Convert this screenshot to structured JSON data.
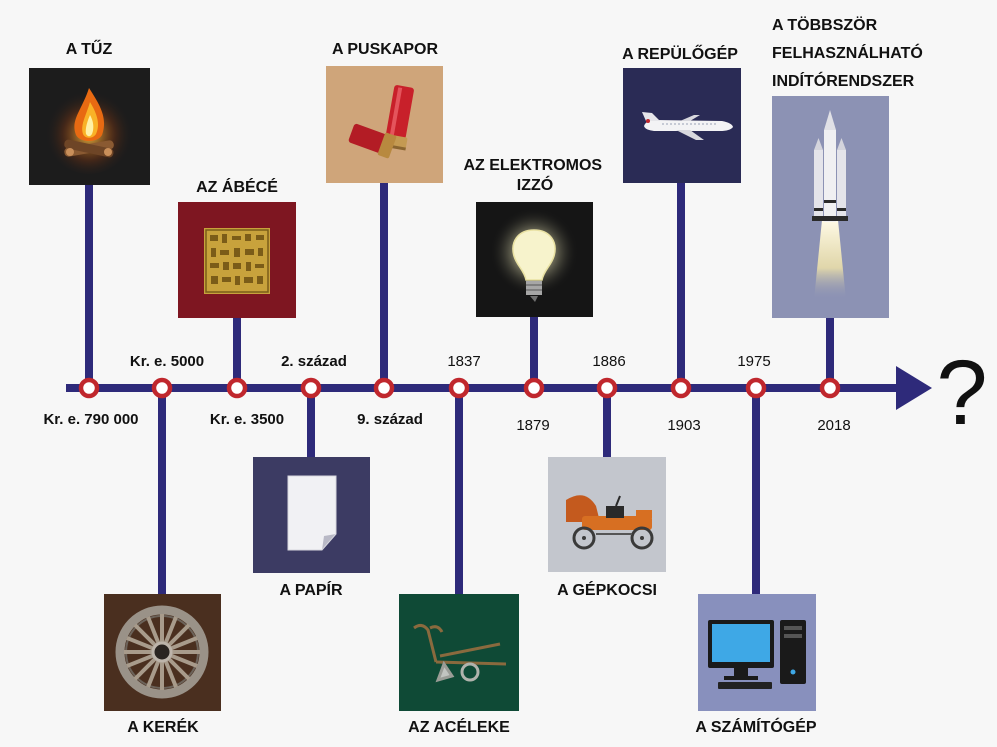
{
  "future_mark": "?",
  "dates": {
    "d0": "Kr. e. 790 000",
    "d1": "Kr. e. 5000",
    "d2": "Kr. e. 3500",
    "d3": "2. század",
    "d4": "9. század",
    "d5": "1837",
    "d6": "1879",
    "d7": "1886",
    "d8": "1903",
    "d9": "1975",
    "d10": "2018"
  },
  "inventions": {
    "fire": [
      "A TŰZ"
    ],
    "wheel": [
      "A KERÉK"
    ],
    "alphabet": [
      "AZ ÁBÉCÉ"
    ],
    "paper": [
      "A PAPÍR"
    ],
    "gunpowder": [
      "A PUSKAPOR"
    ],
    "plough": [
      "AZ ACÉLEKE"
    ],
    "bulb": [
      "AZ ELEKTROMOS",
      "IZZÓ"
    ],
    "car": [
      "A GÉPKOCSI"
    ],
    "plane": [
      "A REPÜLŐGÉP"
    ],
    "computer": [
      "A SZÁMÍTÓGÉP"
    ],
    "rocket": [
      "A TÖBBSZÖR",
      "FELHASZNÁLHATÓ",
      "INDÍTÓRENDSZER"
    ]
  },
  "colors": {
    "line": "#2e2a7a",
    "node_ring": "#c0272d",
    "node_fill": "#ffffff",
    "fire_bg": "#1c1c1c",
    "wheel_bg": "#4a2f1f",
    "alphabet_bg": "#7e1621",
    "paper_bg": "#3c3b63",
    "gunpowder_bg": "#cfa57a",
    "plough_bg": "#0f4a36",
    "bulb_bg": "#151515",
    "car_bg": "#c3c6cd",
    "plane_bg": "#2a2b55",
    "computer_bg": "#8890bd",
    "rocket_bg": "#8c92b4"
  },
  "icons": {
    "fire": "campfire-icon",
    "wheel": "wooden-wheel-icon",
    "alphabet": "hieroglyph-tablet-icon",
    "paper": "paper-sheet-icon",
    "gunpowder": "shotgun-shell-icon",
    "plough": "plough-icon",
    "bulb": "light-bulb-icon",
    "car": "vintage-car-icon",
    "plane": "airplane-icon",
    "computer": "desktop-computer-icon",
    "rocket": "rocket-icon"
  }
}
